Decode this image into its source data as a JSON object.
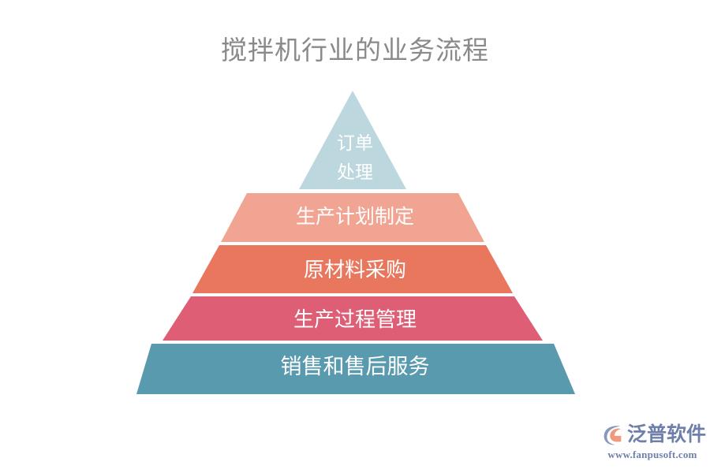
{
  "page": {
    "title": "搅拌机行业的业务流程",
    "background_color": "#ffffff",
    "title_color": "#8a8a8a"
  },
  "chart_data": {
    "type": "pyramid",
    "title": "搅拌机行业的业务流程",
    "orientation": "top-to-bottom",
    "levels": [
      {
        "index": 1,
        "label": "订单\n处理",
        "label_flat": "订单处理",
        "color": "#bcd7de",
        "shape": "triangle"
      },
      {
        "index": 2,
        "label": "生产计划制定",
        "label_flat": "生产计划制定",
        "color": "#f2a493",
        "shape": "trapezoid"
      },
      {
        "index": 3,
        "label": "原材料采购",
        "label_flat": "原材料采购",
        "color": "#e8775e",
        "shape": "trapezoid"
      },
      {
        "index": 4,
        "label": "生产过程管理",
        "label_flat": "生产过程管理",
        "color": "#de5f75",
        "shape": "trapezoid"
      },
      {
        "index": 5,
        "label": "销售和售后服务",
        "label_flat": "销售和售后服务",
        "color": "#5a9aae",
        "shape": "trapezoid"
      }
    ]
  },
  "logo": {
    "wordmark": "泛普软件",
    "url": "www.fanpusoft.com",
    "text_color": "#6f7faa",
    "mark_ring_color": "#8a97bd",
    "mark_accent_color": "#ef9a7d"
  }
}
